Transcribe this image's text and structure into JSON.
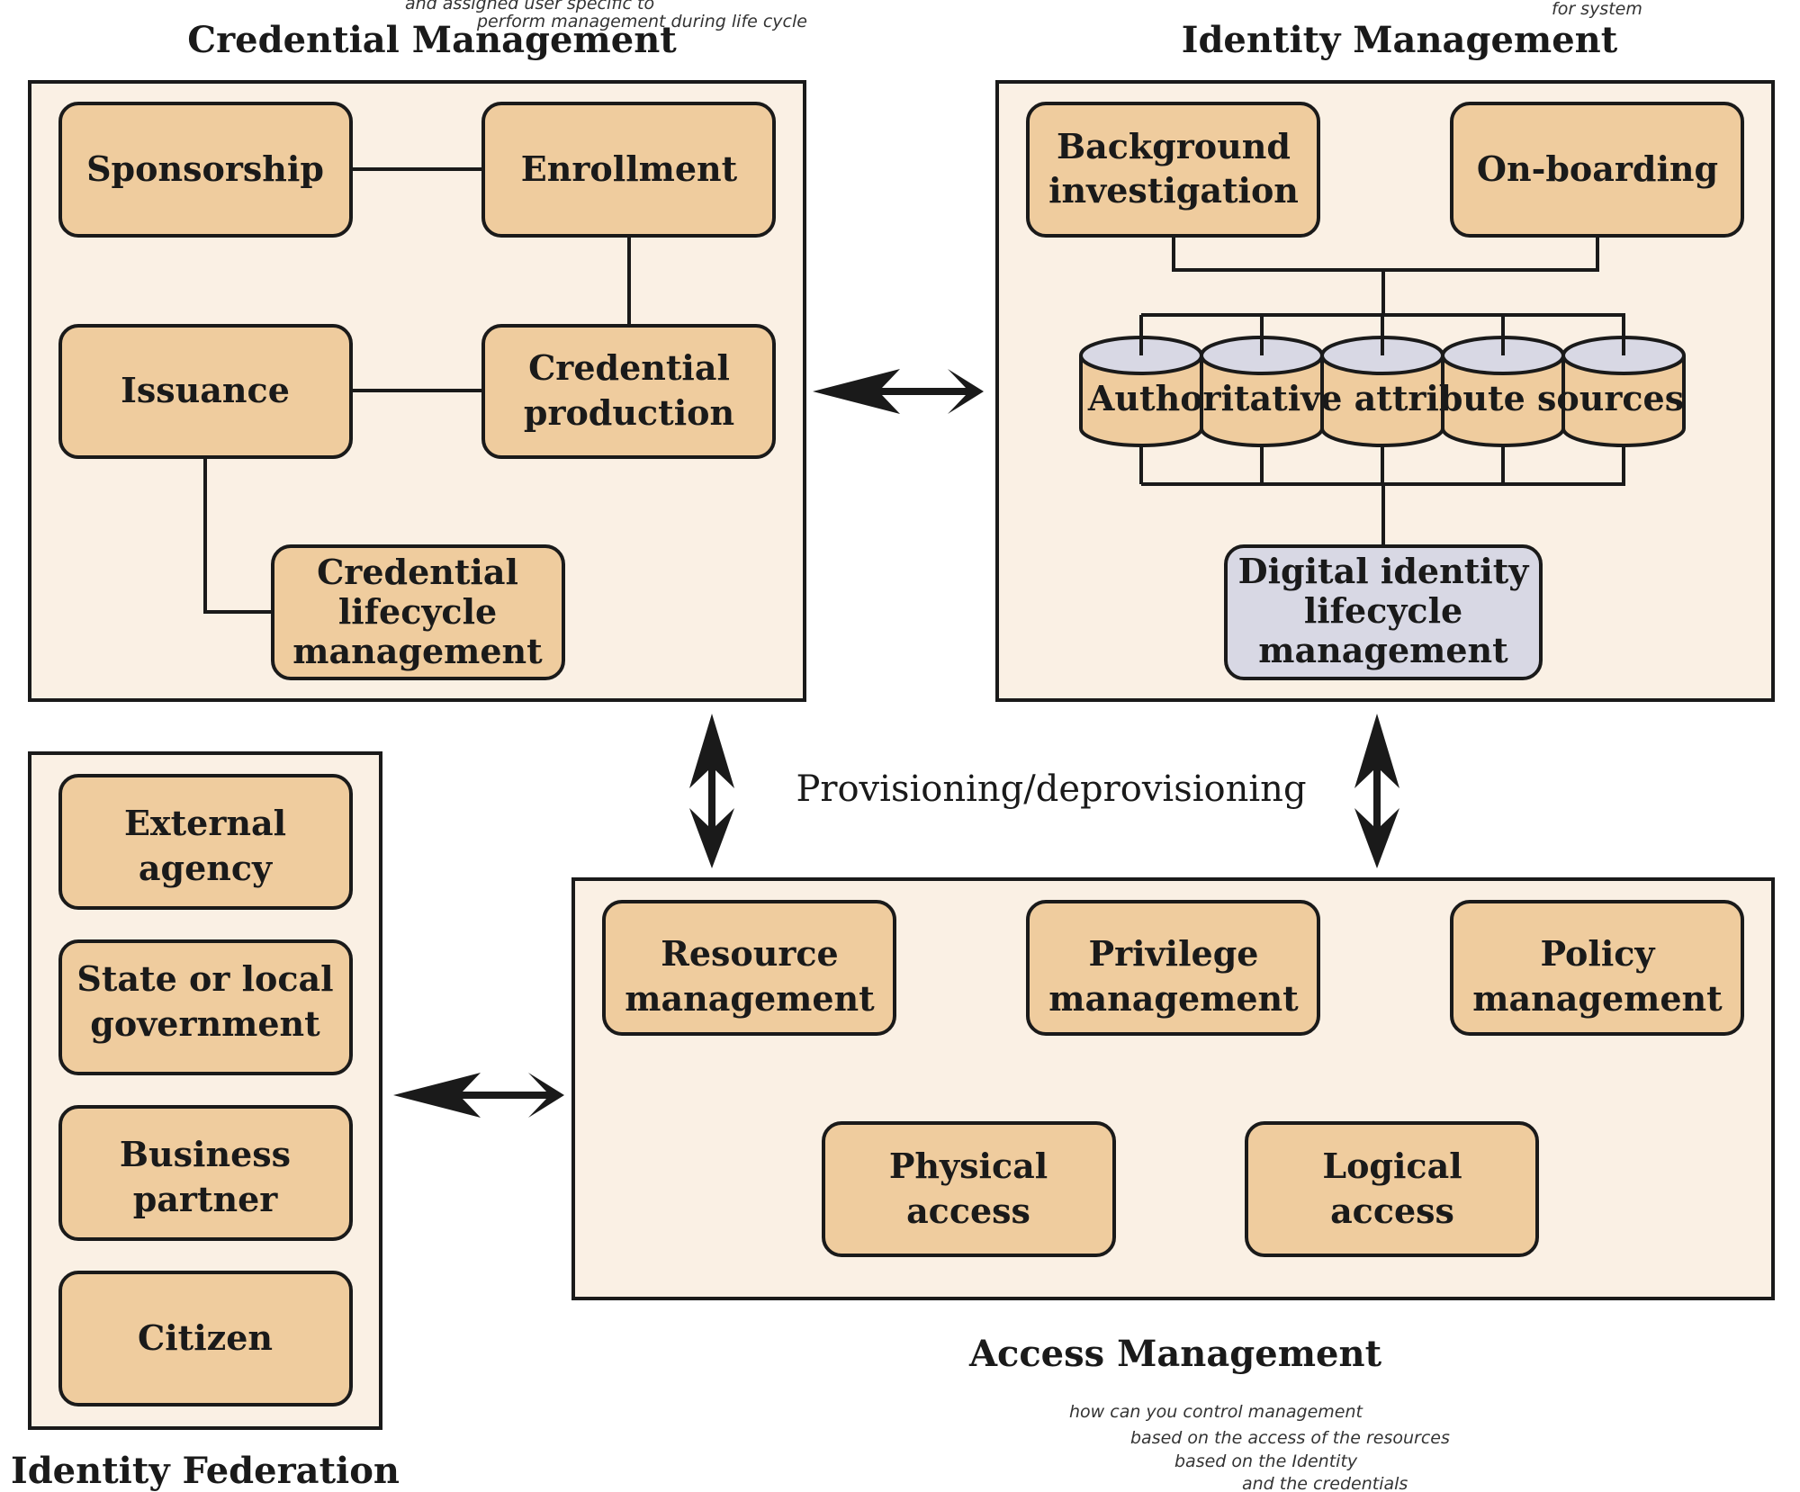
{
  "titles": {
    "credential": "Credential Management",
    "identity": "Identity Management",
    "access": "Access Management",
    "federation": "Identity Federation"
  },
  "credential": {
    "sponsorship": "Sponsorship",
    "enrollment": "Enrollment",
    "issuance": "Issuance",
    "production": [
      "Credential",
      "production"
    ],
    "lifecycle": [
      "Credential",
      "lifecycle",
      "management"
    ]
  },
  "identity": {
    "background": [
      "Background",
      "investigation"
    ],
    "onboarding": "On-boarding",
    "sources": "Authoritative attribute sources",
    "digital": [
      "Digital identity",
      "lifecycle",
      "management"
    ]
  },
  "access": {
    "resource": [
      "Resource",
      "management"
    ],
    "privilege": [
      "Privilege",
      "management"
    ],
    "policy": [
      "Policy",
      "management"
    ],
    "physical": [
      "Physical",
      "access"
    ],
    "logical": [
      "Logical",
      "access"
    ]
  },
  "federation": {
    "external": [
      "External",
      "agency"
    ],
    "state": [
      "State or local",
      "government"
    ],
    "business": [
      "Business",
      "partner"
    ],
    "citizen": "Citizen"
  },
  "provisioning": "Provisioning/deprovisioning",
  "notes": {
    "top_left_1": "and assigned user specific to",
    "top_left_2": "perform management during life cycle",
    "top_right": "for system",
    "access_1": "how can you control management",
    "access_2": "based on the access of the resources",
    "access_3": "based on the Identity",
    "access_4": "and the credentials"
  },
  "colors": {
    "panel": "#faf0e4",
    "box": "#efcc9e",
    "box_alt": "#d8d8e4",
    "line": "#1a1a1a"
  }
}
